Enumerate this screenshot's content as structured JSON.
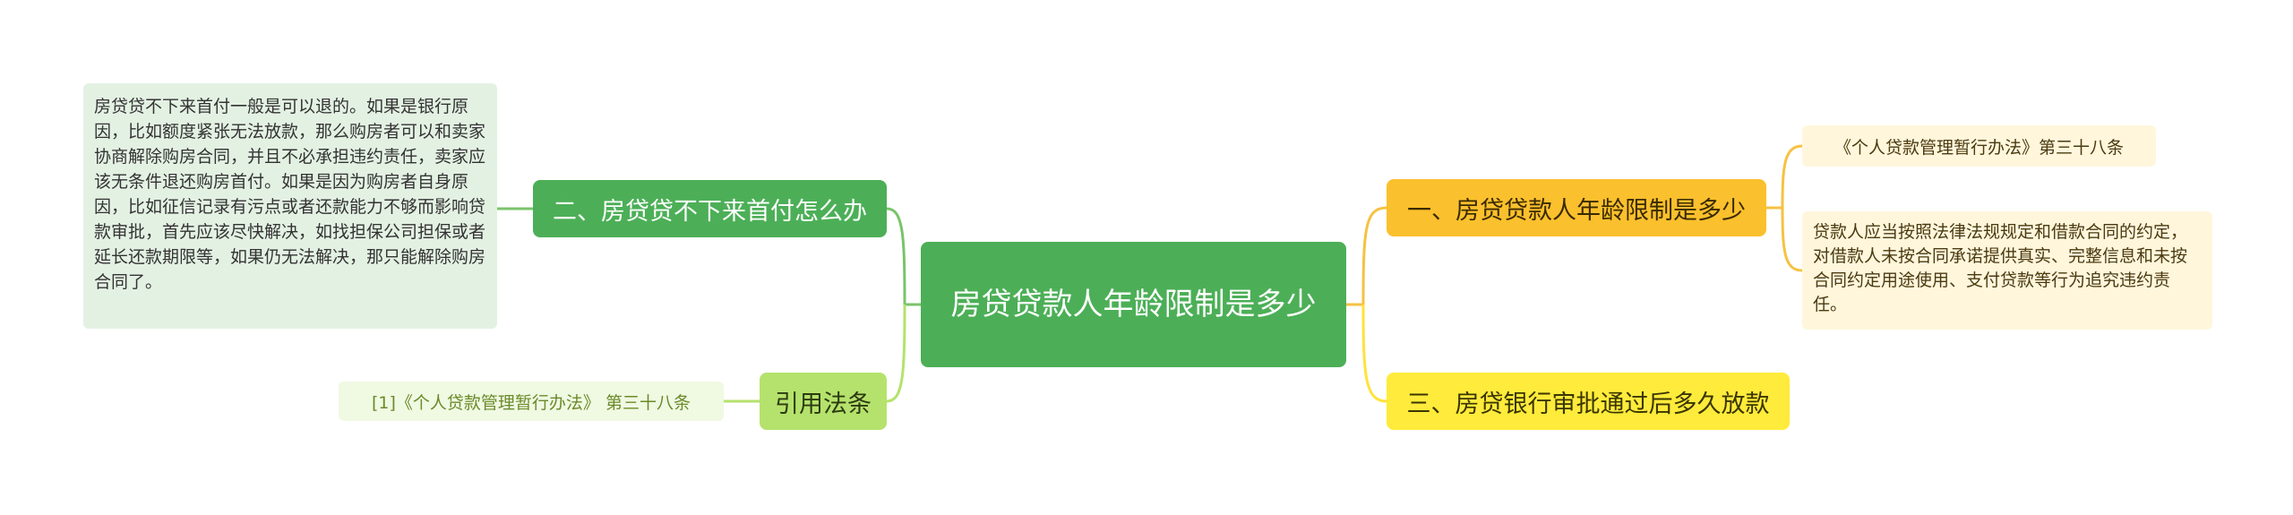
{
  "root": {
    "label": "房贷贷款人年龄限制是多少"
  },
  "left_branches": {
    "down_payment": {
      "label": "二、房贷贷不下来首付怎么办",
      "detail": "房贷贷不下来首付一般是可以退的。如果是银行原因，比如额度紧张无法放款，那么购房者可以和卖家协商解除购房合同，并且不必承担违约责任，卖家应该无条件退还购房首付。如果是因为购房者自身原因，比如征信记录有污点或者还款能力不够而影响贷款审批，首先应该尽快解决，如找担保公司担保或者延长还款期限等，如果仍无法解决，那只能解除购房合同了。"
    },
    "citations": {
      "label": "引用法条",
      "reference": "[1]《个人贷款管理暂行办法》 第三十八条"
    }
  },
  "right_branches": {
    "age_limit": {
      "label": "一、房贷贷款人年龄限制是多少",
      "law_title": "《个人贷款管理暂行办法》第三十八条",
      "law_text": "贷款人应当按照法律法规规定和借款合同的约定，对借款人未按合同承诺提供真实、完整信息和未按合同约定用途使用、支付贷款等行为追究违约责任。"
    },
    "release_time": {
      "label": "三、房贷银行审批通过后多久放款"
    }
  },
  "colors": {
    "root": "#4caf57",
    "left_branch": "#4caf57",
    "citation_branch": "#b5e26c",
    "right_branch_1": "#fbc02d",
    "right_branch_3": "#ffeb3b",
    "left_connector": "#7ac36a",
    "citation_connector": "#b5e26c",
    "right_connector": "#f5c242"
  }
}
